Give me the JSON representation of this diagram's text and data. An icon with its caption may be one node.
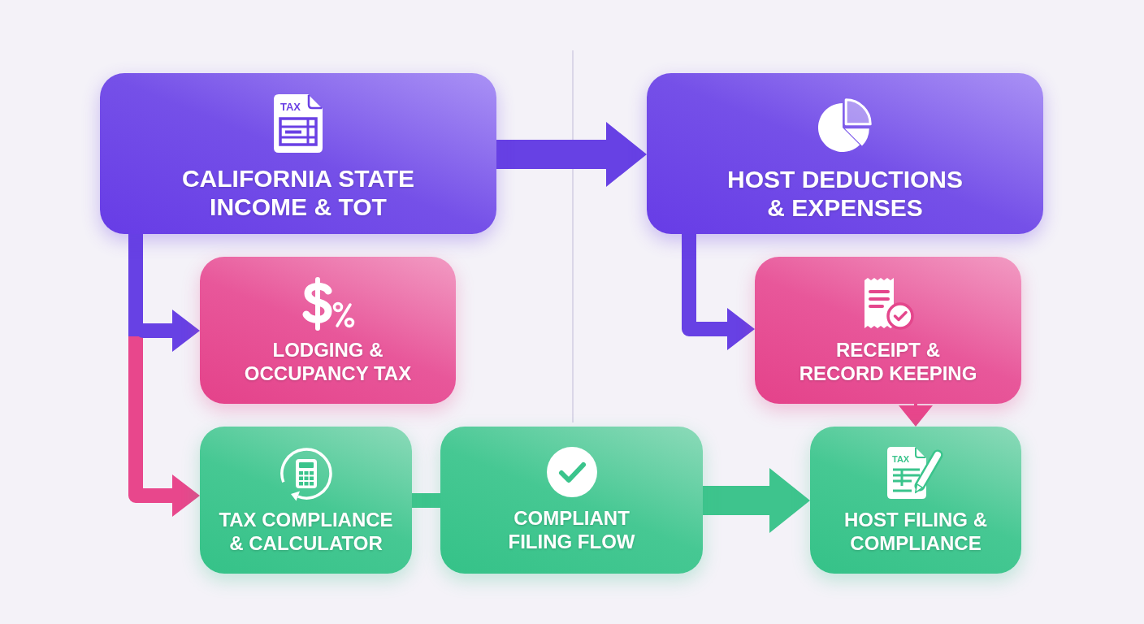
{
  "diagram": {
    "nodes": [
      {
        "text": [
          "CALIFORNIA STATE INCOME & TOT"
        ]
      },
      {
        "text": [
          "HOST DEDUCTIONS & EXPENSES"
        ]
      },
      {
        "text": [
          "LODGING & OCCUPANCY TAX"
        ]
      },
      {
        "text": [
          "RECEIPT & RECORD KEEPING"
        ]
      },
      {
        "text": [
          "TAX COMPLIANCE & CALCULATOR"
        ]
      },
      {
        "text": [
          "COMPLIANT FILING FLOW"
        ]
      },
      {
        "text": [
          "HOST FILING & COMPLIANCE"
        ]
      }
    ],
    "edges": [
      {
        "from": 0,
        "to": 1,
        "arrow": "to",
        "style": "thick"
      },
      {
        "from": 0,
        "to": 4,
        "arrow": "to",
        "color": "#e8478c"
      },
      {
        "from": 0,
        "to": 2,
        "arrow": "to"
      },
      {
        "from": 1,
        "to": 3,
        "arrow": "to"
      },
      {
        "from": 3,
        "to": 6,
        "arrow": "to",
        "color": "#e8478c"
      },
      {
        "from": 4,
        "to": 5,
        "arrow": "none",
        "color": "#3ec48d"
      },
      {
        "from": 5,
        "to": 6,
        "arrow": "to",
        "style": "thick",
        "color": "#3ec48d"
      }
    ],
    "labels": [
      "TAX",
      "TAX"
    ]
  }
}
